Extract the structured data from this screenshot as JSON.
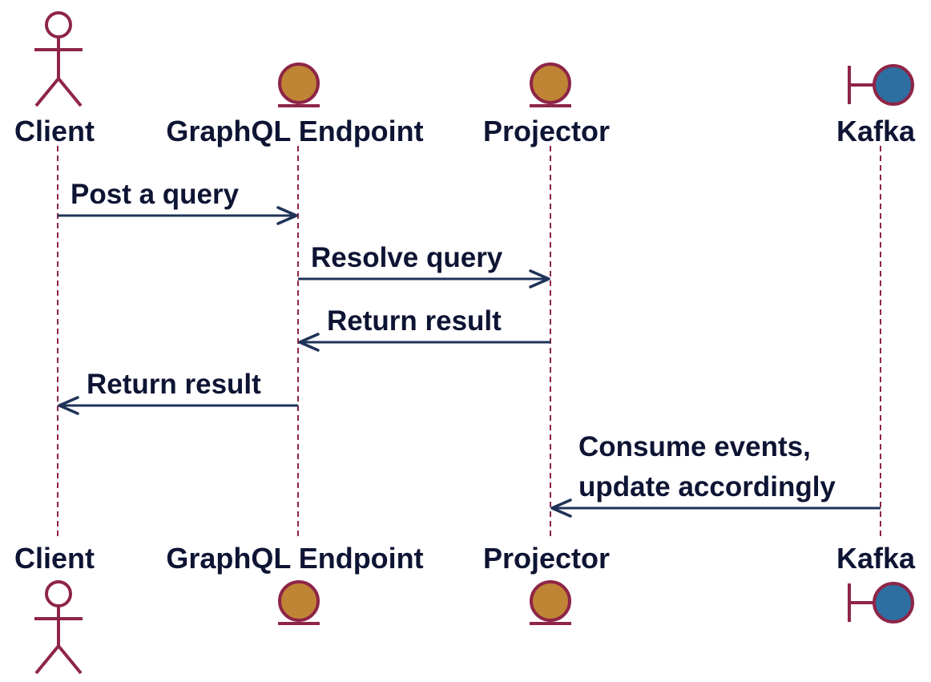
{
  "participants": {
    "client": {
      "label": "Client",
      "kind": "actor"
    },
    "graphql": {
      "label": "GraphQL Endpoint",
      "kind": "entity"
    },
    "projector": {
      "label": "Projector",
      "kind": "entity"
    },
    "kafka": {
      "label": "Kafka",
      "kind": "boundary"
    }
  },
  "messages": [
    {
      "from": "client",
      "to": "graphql",
      "label": "Post a query"
    },
    {
      "from": "graphql",
      "to": "projector",
      "label": "Resolve query"
    },
    {
      "from": "projector",
      "to": "graphql",
      "label": "Return result"
    },
    {
      "from": "graphql",
      "to": "client",
      "label": "Return result"
    },
    {
      "from": "kafka",
      "to": "projector",
      "label_lines": [
        "Consume events,",
        "update accordingly"
      ]
    }
  ],
  "colors": {
    "lifeline": "#8e2547",
    "arrow": "#1f3358",
    "text": "#0e1433",
    "entity_fill": "#c08435",
    "boundary_fill": "#2e6fa2"
  }
}
